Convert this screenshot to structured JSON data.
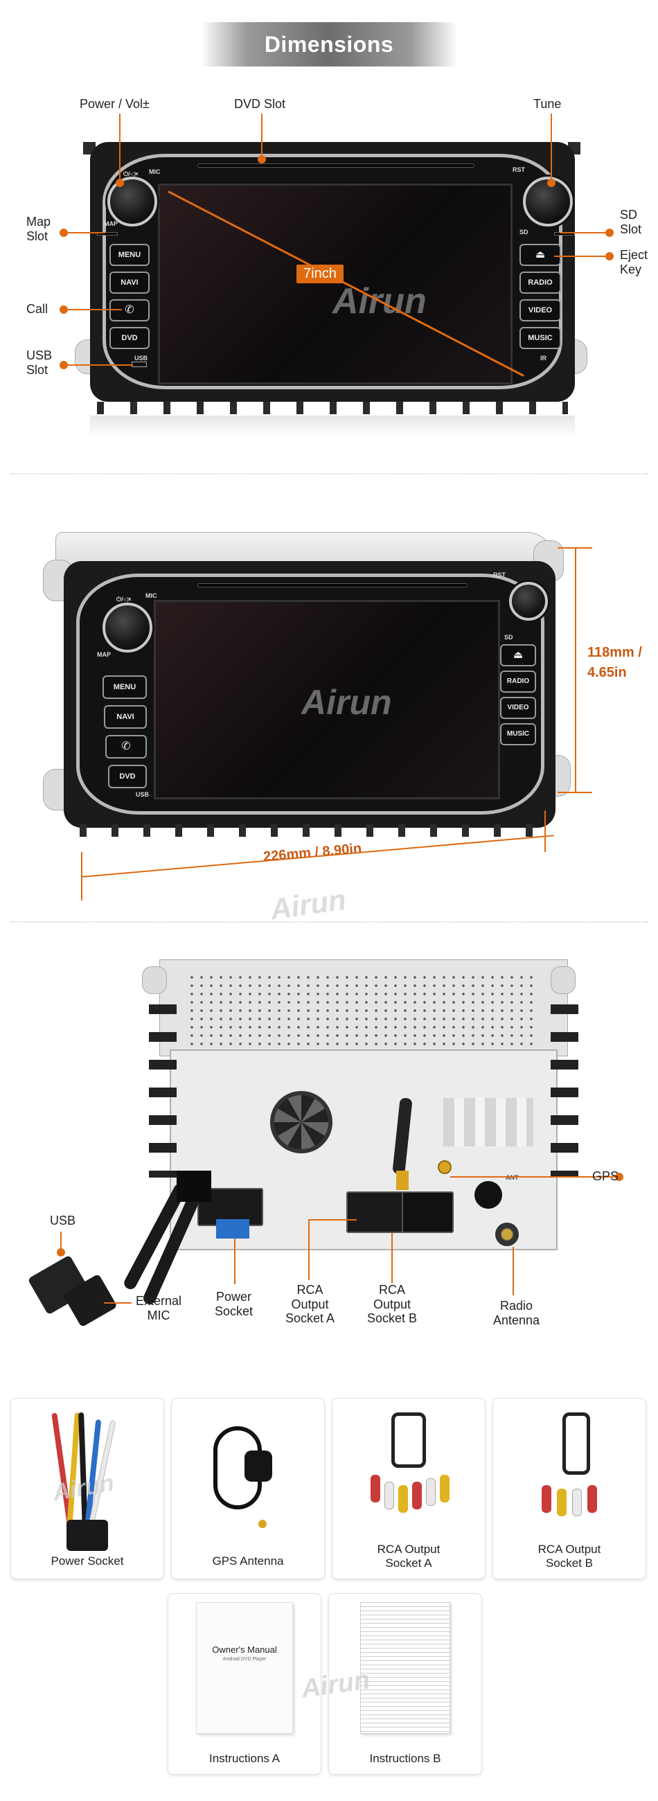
{
  "header": {
    "title": "Dimensions"
  },
  "front_callouts": {
    "power_vol": "Power / Vol±",
    "dvd_slot": "DVD Slot",
    "tune": "Tune",
    "map_slot": "Map\nSlot",
    "sd_slot": "SD\nSlot",
    "eject_key": "Eject\nKey",
    "call": "Call",
    "usb_slot": "USB\nSlot",
    "screen_size": "7inch"
  },
  "unit_buttons": {
    "menu": "MENU",
    "navi": "NAVI",
    "call_glyph": "✆",
    "dvd": "DVD",
    "eject_glyph": "⏏",
    "radio": "RADIO",
    "video": "VIDEO",
    "music": "MUSIC",
    "mic": "MIC",
    "rst": "RST",
    "map": "MAP",
    "sd": "SD",
    "usb": "USB",
    "ir": "IR",
    "power_mark": "⏻/◁×"
  },
  "brand": "Airun",
  "dimensions": {
    "height": "118mm /\n4.65in",
    "width": "226mm / 8.90in"
  },
  "rear_callouts": {
    "gps": "GPS",
    "usb": "USB",
    "external_mic": "External\nMIC",
    "power_socket": "Power\nSocket",
    "rca_a": "RCA\nOutput\nSocket A",
    "rca_b": "RCA\nOutput\nSocket B",
    "radio_antenna": "Radio\nAntenna",
    "ant_mark": "ANT"
  },
  "accessories": [
    {
      "label": "Power Socket"
    },
    {
      "label": "GPS Antenna"
    },
    {
      "label": "RCA Output\nSocket A"
    },
    {
      "label": "RCA Output\nSocket B"
    },
    {
      "label": "Instructions A"
    },
    {
      "label": "Instructions B"
    }
  ],
  "manual": {
    "title": "Owner's Manual",
    "subtitle": "Android DVD Player"
  },
  "colors": {
    "accent": "#e06a10",
    "dimension_text": "#c85a14",
    "banner": "#6d6d6d"
  }
}
